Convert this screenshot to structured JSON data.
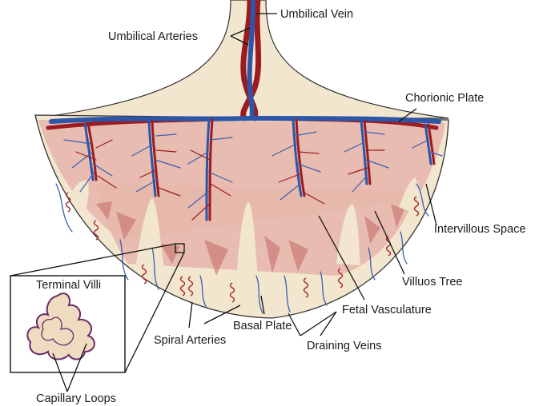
{
  "labels": {
    "umbilical_vein": "Umbilical Vein",
    "umbilical_arteries": "Umbilical Arteries",
    "chorionic_plate": "Chorionic Plate",
    "intervillous_space": "Intervillous Space",
    "villous_tree": "Villuos Tree",
    "fetal_vasculature": "Fetal Vasculature",
    "basal_plate": "Basal Plate",
    "draining_veins": "Draining Veins",
    "spiral_arteries": "Spiral Arteries",
    "terminal_villi": "Terminal Villi",
    "capillary_loops": "Capillary Loops"
  },
  "colors": {
    "tissue": "#f2e6cf",
    "villous": "#e7b7ac",
    "artery": "#9b1b1f",
    "vein": "#2d55a8"
  }
}
